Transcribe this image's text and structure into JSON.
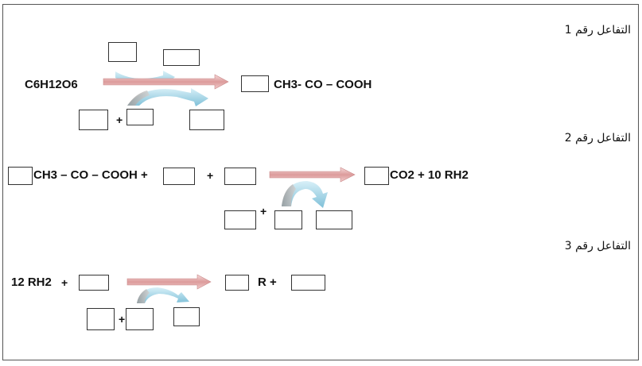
{
  "reactions": [
    {
      "title": "التفاعل رقم 1",
      "reactant": "C6H12O6",
      "product": "CH3- CO – COOH"
    },
    {
      "title": "التفاعل رقم 2",
      "reactant": "CH3 – CO – COOH +",
      "plus_middle": "+",
      "products": "CO2 + 10 RH2",
      "plus_lower": "+"
    },
    {
      "title": "التفاعل رقم 3",
      "reactant": "12 RH2",
      "plus_reactant": "+",
      "product": "R +",
      "plus_lower": "+"
    }
  ],
  "plus_r1_lower": "+",
  "colors": {
    "main_arrow": "#e3a6a6",
    "curved_arrow": "#9fd2e4",
    "border": "#333333"
  }
}
